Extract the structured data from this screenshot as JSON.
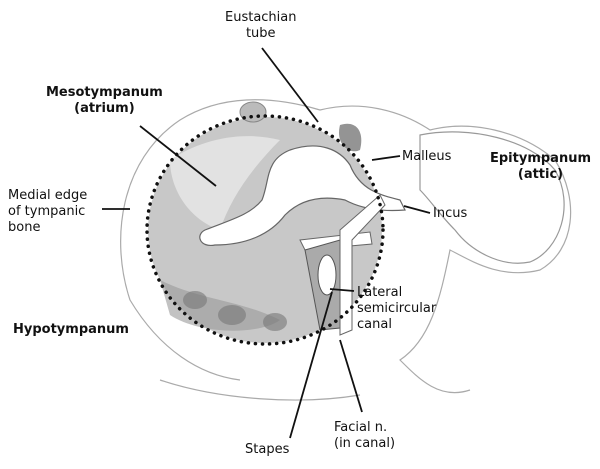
{
  "labels": {
    "eustachian_tube": [
      "Eustachian",
      "tube"
    ],
    "mesotympanum": [
      "Mesotympanum",
      "(atrium)"
    ],
    "medial_edge": [
      "Medial edge",
      "of tympanic",
      "bone"
    ],
    "malleus": "Malleus",
    "epitympanum": [
      "Epitympanum",
      "(attic)"
    ],
    "incus": "Incus",
    "lateral_canal": [
      "Lateral",
      "semicircular",
      "canal"
    ],
    "hypotympanum": "Hypotympanum",
    "stapes": "Stapes",
    "facial_nerve": [
      "Facial n.",
      "(in canal)"
    ]
  }
}
